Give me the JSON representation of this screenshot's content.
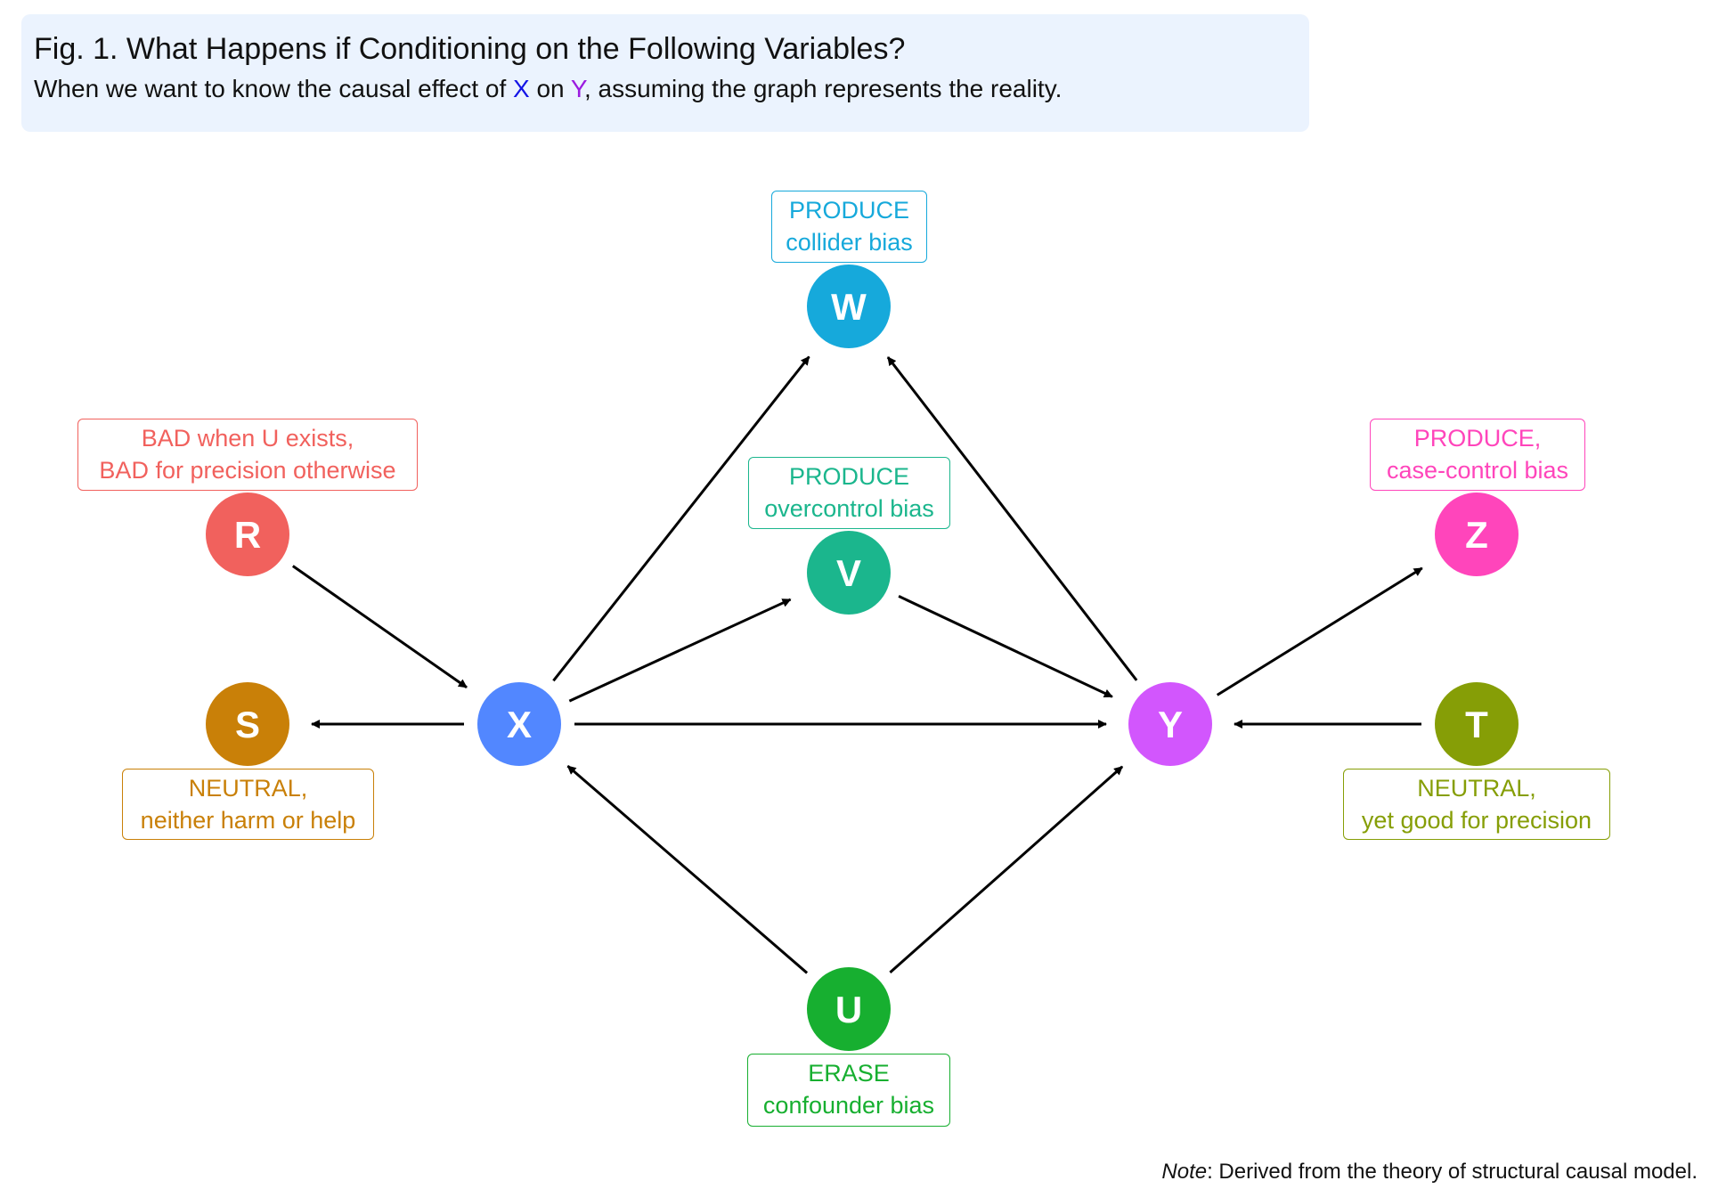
{
  "header": {
    "title": "Fig. 1. What Happens if Conditioning on the Following Variables?",
    "subtitle_pre": "When we want to know the causal effect of ",
    "subtitle_x": "X",
    "subtitle_mid": " on ",
    "subtitle_y": "Y",
    "subtitle_post": ", assuming the graph represents the reality.",
    "x_color": "#1414e6",
    "y_color": "#9b1be0"
  },
  "nodes": [
    {
      "id": "W",
      "label": "W",
      "color": "#16A9DB",
      "note_line1": "PRODUCE",
      "note_line2": "collider bias"
    },
    {
      "id": "R",
      "label": "R",
      "color": "#F1615D",
      "note_line1": "BAD when U exists,",
      "note_line2": "BAD for precision otherwise"
    },
    {
      "id": "V",
      "label": "V",
      "color": "#1BB68D",
      "note_line1": "PRODUCE",
      "note_line2": "overcontrol bias"
    },
    {
      "id": "Z",
      "label": "Z",
      "color": "#FF45BB",
      "note_line1": "PRODUCE,",
      "note_line2": "case-control bias"
    },
    {
      "id": "S",
      "label": "S",
      "color": "#C98008",
      "note_line1": "NEUTRAL,",
      "note_line2": "neither harm or help"
    },
    {
      "id": "X",
      "label": "X",
      "color": "#5287FF",
      "note_line1": "",
      "note_line2": ""
    },
    {
      "id": "Y",
      "label": "Y",
      "color": "#D256FD",
      "note_line1": "",
      "note_line2": ""
    },
    {
      "id": "T",
      "label": "T",
      "color": "#869E06",
      "note_line1": "NEUTRAL,",
      "note_line2": "yet good for precision"
    },
    {
      "id": "U",
      "label": "U",
      "color": "#17AF30",
      "note_line1": "ERASE",
      "note_line2": "confounder bias"
    }
  ],
  "edges": [
    {
      "from": "R",
      "to": "X"
    },
    {
      "from": "X",
      "to": "S"
    },
    {
      "from": "X",
      "to": "W"
    },
    {
      "from": "X",
      "to": "V"
    },
    {
      "from": "X",
      "to": "Y"
    },
    {
      "from": "V",
      "to": "Y"
    },
    {
      "from": "Y",
      "to": "W"
    },
    {
      "from": "Y",
      "to": "Z"
    },
    {
      "from": "T",
      "to": "Y"
    },
    {
      "from": "U",
      "to": "X"
    },
    {
      "from": "U",
      "to": "Y"
    }
  ],
  "note": {
    "italic": "Note",
    "text": ": Derived from the theory of structural causal model."
  }
}
